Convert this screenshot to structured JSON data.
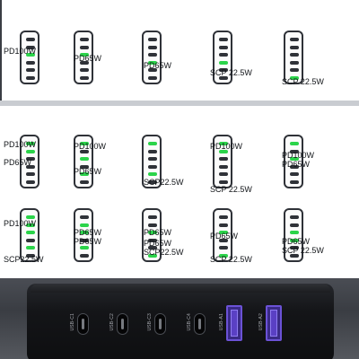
{
  "colors": {
    "active": "#2bd44a",
    "inactive": "#2f3238",
    "port_a_accent": "#6b52d6"
  },
  "top_row": [
    {
      "labels": [
        "PD100W"
      ],
      "active_slots": [
        2
      ]
    },
    {
      "labels": [
        "PD65W"
      ],
      "active_slots": [
        2
      ]
    },
    {
      "labels": [
        "PD65W"
      ],
      "active_slots": [
        3
      ]
    },
    {
      "labels": [
        "SCP 22.5W"
      ],
      "active_slots": [
        3
      ]
    },
    {
      "labels": [
        "SCP 22.5W"
      ],
      "active_slots": [
        5
      ]
    }
  ],
  "middle_row": [
    {
      "labels": [
        "PD100W",
        "PD65W"
      ],
      "active_slots": [
        0,
        1
      ]
    },
    {
      "labels": [
        "PD100W",
        "PD65W",
        "SCP22.5W"
      ],
      "active_slots": [
        0,
        2,
        4
      ]
    },
    {
      "labels": [
        "PD100W",
        "SCP 22.5W"
      ],
      "active_slots": [
        0,
        4
      ]
    },
    {
      "labels": [
        "PD100W",
        "PD65W"
      ],
      "active_slots": [
        0,
        1
      ]
    },
    {
      "labels": [],
      "active_slots": [
        0,
        2
      ]
    }
  ],
  "bottom_row": [
    {
      "labels": [
        "PD100W",
        "PD65W",
        "PD65W",
        "SCP22.5W"
      ],
      "active_slots": [
        0,
        1,
        2,
        4
      ]
    },
    {
      "labels": [
        "PD65W",
        "PD65W",
        "SCP22.5W"
      ],
      "active_slots": [
        1,
        2,
        4
      ]
    },
    {
      "labels": [
        "PD65W",
        "SCP 22.5W"
      ],
      "active_slots": [
        2,
        5
      ]
    },
    {
      "labels": [
        "PD65W",
        "SCP 22.5W"
      ],
      "active_slots": [
        2,
        5
      ]
    },
    {
      "labels": [],
      "active_slots": [
        2,
        3
      ]
    }
  ],
  "hub": {
    "ports": [
      {
        "name": "USB-C1",
        "type": "usb-c"
      },
      {
        "name": "USB-C2",
        "type": "usb-c"
      },
      {
        "name": "USB-C3",
        "type": "usb-c"
      },
      {
        "name": "USB-C4",
        "type": "usb-c"
      },
      {
        "name": "USB-A1",
        "type": "usb-a"
      },
      {
        "name": "USB-A2",
        "type": "usb-a"
      }
    ]
  }
}
